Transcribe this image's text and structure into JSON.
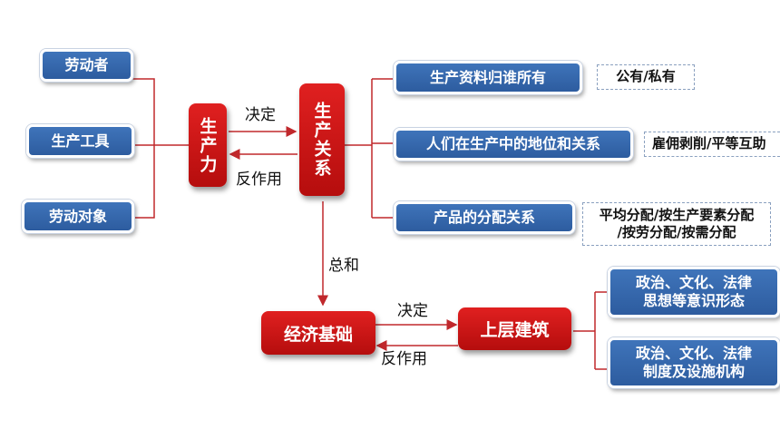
{
  "left_items": [
    "劳动者",
    "生产工具",
    "劳动对象"
  ],
  "productivity": "生产力",
  "relations": "生产关系",
  "decide_label": "决定",
  "react_label": "反作用",
  "sum_label": "总和",
  "relation_items": [
    {
      "label": "生产资料归谁所有",
      "note": "公有/私有"
    },
    {
      "label": "人们在生产中的地位和关系",
      "note": "雇佣剥削/平等互助"
    },
    {
      "label": "产品的分配关系",
      "note_line1": "平均分配/按生产要素分配",
      "note_line2": "/按劳分配/按需分配"
    }
  ],
  "economic_base": "经济基础",
  "superstructure": "上层建筑",
  "decide_label2": "决定",
  "react_label2": "反作用",
  "super_items": [
    {
      "line1": "政治、文化、法律",
      "line2": "思想等意识形态"
    },
    {
      "line1": "政治、文化、法律",
      "line2": "制度及设施机构"
    }
  ],
  "colors": {
    "accent_red": "#c81414",
    "box_blue": "#3567ad",
    "line_red": "#c0282c"
  }
}
